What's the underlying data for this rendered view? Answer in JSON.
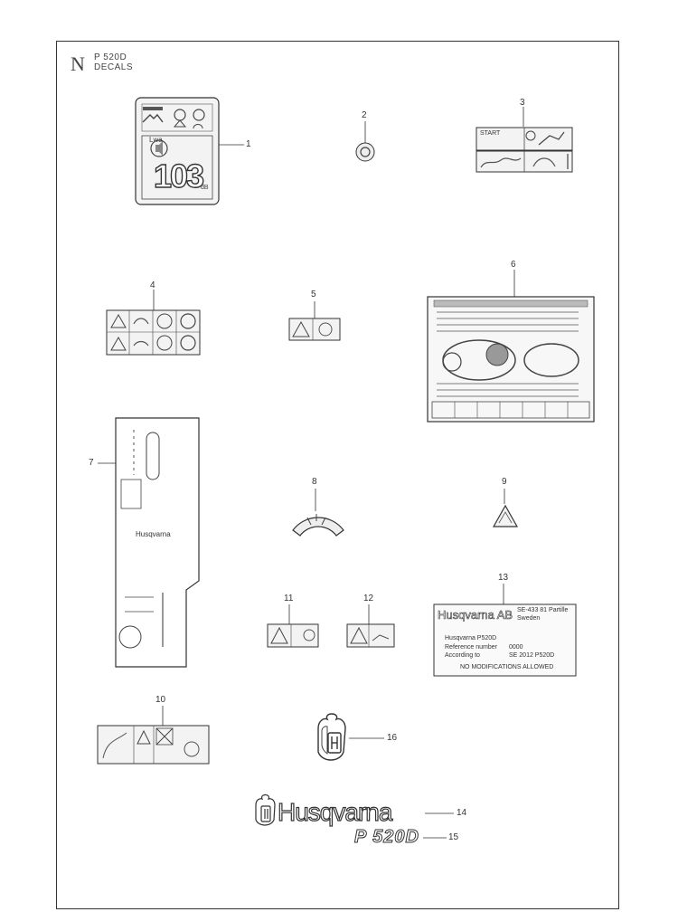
{
  "header": {
    "letter": "N",
    "model": "P 520D",
    "section": "DECALS"
  },
  "callouts": [
    "1",
    "2",
    "3",
    "4",
    "5",
    "6",
    "7",
    "8",
    "9",
    "10",
    "11",
    "12",
    "13",
    "14",
    "15",
    "16"
  ],
  "decal1": {
    "value": "103",
    "unit": "dB",
    "label": "Lwa"
  },
  "decal3": {
    "start": "START"
  },
  "decal7": {
    "brand": "Husqvarna"
  },
  "decal13": {
    "brand": "Husqvarna AB",
    "address_line1": "SE-433 81 Partille",
    "address_line2": "Sweden",
    "line_model": "Husqvarna P520D",
    "line_ref_label": "Reference number",
    "line_ref_value": "0000",
    "line_ref2_label": "According to",
    "line_ref2_value": "SE 2012 P520D",
    "footer": "NO MODIFICATIONS ALLOWED"
  },
  "logo": {
    "text": "Husqvarna"
  },
  "model_badge": {
    "text": "P 520D"
  },
  "colors": {
    "line": "#333333",
    "fill_light": "#dddddd",
    "fill_dark": "#555555"
  }
}
